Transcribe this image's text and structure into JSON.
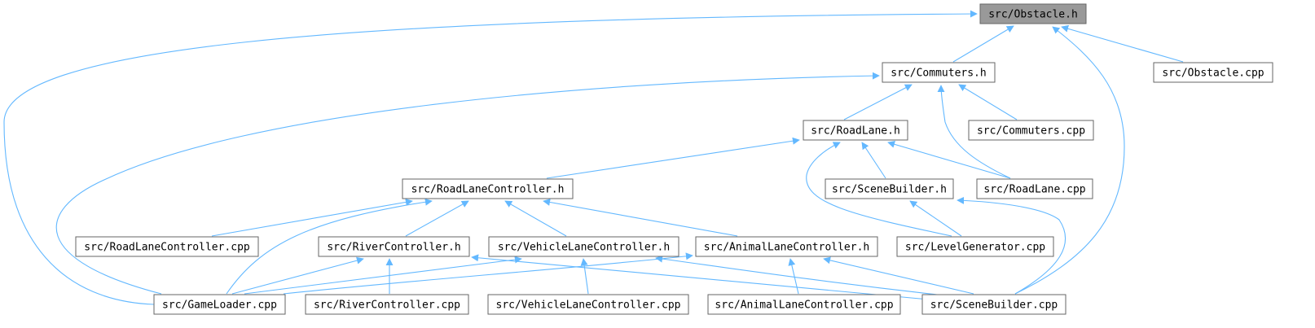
{
  "colors": {
    "edge": "#63b8ff",
    "node_fill": "#ffffff",
    "node_fill_root": "#999999",
    "node_border": "#666666",
    "text": "#000000"
  },
  "nodes": [
    {
      "id": "obstacle_h",
      "label": "src/Obstacle.h",
      "root": true
    },
    {
      "id": "commuters_h",
      "label": "src/Commuters.h"
    },
    {
      "id": "obstacle_cpp",
      "label": "src/Obstacle.cpp"
    },
    {
      "id": "roadlane_h",
      "label": "src/RoadLane.h"
    },
    {
      "id": "commuters_cpp",
      "label": "src/Commuters.cpp"
    },
    {
      "id": "roadlanecontroller_h",
      "label": "src/RoadLaneController.h"
    },
    {
      "id": "scenebuilder_h",
      "label": "src/SceneBuilder.h"
    },
    {
      "id": "roadlane_cpp",
      "label": "src/RoadLane.cpp"
    },
    {
      "id": "roadlanecontroller_cpp",
      "label": "src/RoadLaneController.cpp"
    },
    {
      "id": "rivercontroller_h",
      "label": "src/RiverController.h"
    },
    {
      "id": "vehiclelanecontroller_h",
      "label": "src/VehicleLaneController.h"
    },
    {
      "id": "animallanecontroller_h",
      "label": "src/AnimalLaneController.h"
    },
    {
      "id": "levelgenerator_cpp",
      "label": "src/LevelGenerator.cpp"
    },
    {
      "id": "gameloader_cpp",
      "label": "src/GameLoader.cpp"
    },
    {
      "id": "rivercontroller_cpp",
      "label": "src/RiverController.cpp"
    },
    {
      "id": "vehiclelanecontroller_cpp",
      "label": "src/VehicleLaneController.cpp"
    },
    {
      "id": "animallanecontroller_cpp",
      "label": "src/AnimalLaneController.cpp"
    },
    {
      "id": "scenebuilder_cpp",
      "label": "src/SceneBuilder.cpp"
    }
  ],
  "edges": [
    {
      "from": "commuters_h",
      "to": "obstacle_h"
    },
    {
      "from": "obstacle_cpp",
      "to": "obstacle_h"
    },
    {
      "from": "gameloader_cpp",
      "to": "obstacle_h"
    },
    {
      "from": "scenebuilder_cpp",
      "to": "obstacle_h"
    },
    {
      "from": "roadlane_h",
      "to": "commuters_h"
    },
    {
      "from": "commuters_cpp",
      "to": "commuters_h"
    },
    {
      "from": "roadlane_cpp",
      "to": "commuters_h"
    },
    {
      "from": "gameloader_cpp",
      "to": "commuters_h"
    },
    {
      "from": "roadlanecontroller_h",
      "to": "roadlane_h"
    },
    {
      "from": "scenebuilder_h",
      "to": "roadlane_h"
    },
    {
      "from": "roadlane_cpp",
      "to": "roadlane_h"
    },
    {
      "from": "levelgenerator_cpp",
      "to": "roadlane_h"
    },
    {
      "from": "roadlanecontroller_cpp",
      "to": "roadlanecontroller_h"
    },
    {
      "from": "rivercontroller_h",
      "to": "roadlanecontroller_h"
    },
    {
      "from": "vehiclelanecontroller_h",
      "to": "roadlanecontroller_h"
    },
    {
      "from": "animallanecontroller_h",
      "to": "roadlanecontroller_h"
    },
    {
      "from": "gameloader_cpp",
      "to": "roadlanecontroller_h"
    },
    {
      "from": "levelgenerator_cpp",
      "to": "scenebuilder_h"
    },
    {
      "from": "scenebuilder_cpp",
      "to": "scenebuilder_h"
    },
    {
      "from": "gameloader_cpp",
      "to": "rivercontroller_h"
    },
    {
      "from": "rivercontroller_cpp",
      "to": "rivercontroller_h"
    },
    {
      "from": "scenebuilder_cpp",
      "to": "rivercontroller_h"
    },
    {
      "from": "gameloader_cpp",
      "to": "vehiclelanecontroller_h"
    },
    {
      "from": "vehiclelanecontroller_cpp",
      "to": "vehiclelanecontroller_h"
    },
    {
      "from": "scenebuilder_cpp",
      "to": "vehiclelanecontroller_h"
    },
    {
      "from": "gameloader_cpp",
      "to": "animallanecontroller_h"
    },
    {
      "from": "animallanecontroller_cpp",
      "to": "animallanecontroller_h"
    },
    {
      "from": "scenebuilder_cpp",
      "to": "animallanecontroller_h"
    }
  ]
}
